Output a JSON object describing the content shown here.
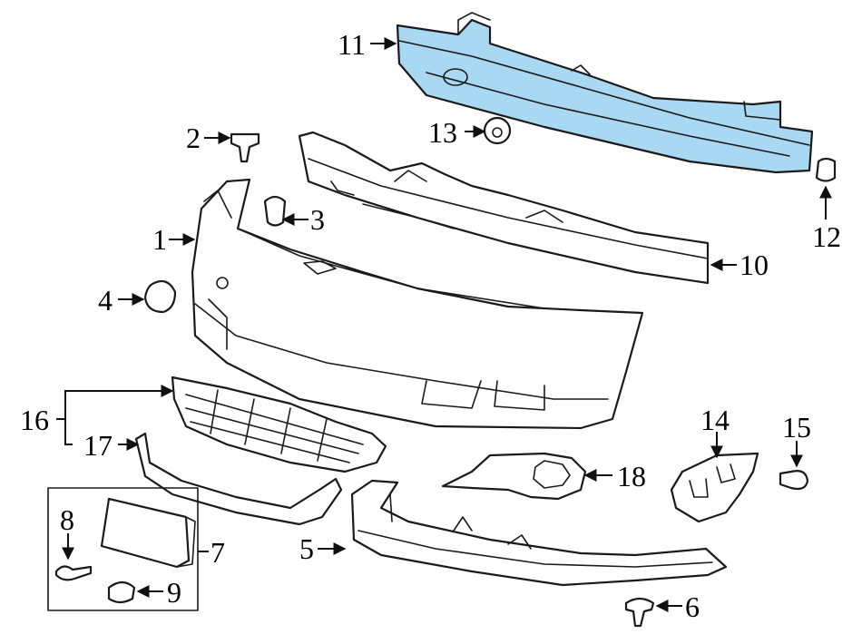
{
  "callouts": {
    "n1": "1",
    "n2": "2",
    "n3": "3",
    "n4": "4",
    "n5": "5",
    "n6": "6",
    "n7": "7",
    "n8": "8",
    "n9": "9",
    "n10": "10",
    "n11": "11",
    "n12": "12",
    "n13": "13",
    "n14": "14",
    "n15": "15",
    "n16": "16",
    "n17": "17",
    "n18": "18"
  },
  "colors": {
    "highlight": "#a9d8f2",
    "line": "#1a1a1a",
    "background": "#ffffff"
  }
}
